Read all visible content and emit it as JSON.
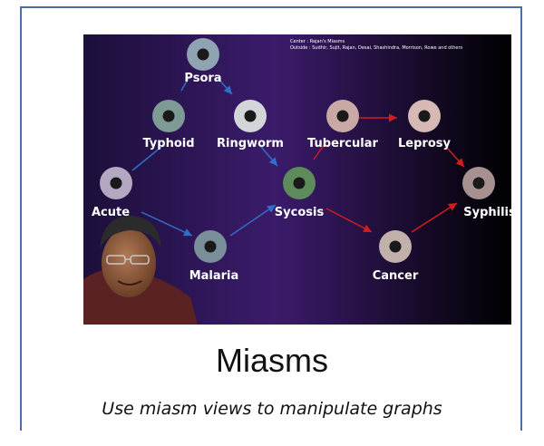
{
  "card": {
    "title": "Miasms",
    "subtitle": "Use miasm views to manipulate graphs"
  },
  "image": {
    "caption_line1": "Center : Rajan's Miasms",
    "caption_line2": "Outside : Sudhir, Sujit, Rajan, Desai, Shashindra, Morrison, Rowe and others",
    "nodes": [
      {
        "id": "psora",
        "label": "Psora",
        "ring": "#8fa3b3"
      },
      {
        "id": "typhoid",
        "label": "Typhoid",
        "ring": "#7e9a95"
      },
      {
        "id": "ringworm",
        "label": "Ringworm",
        "ring": "#d2d6d8"
      },
      {
        "id": "tubercular",
        "label": "Tubercular",
        "ring": "#c9a9a6"
      },
      {
        "id": "leprosy",
        "label": "Leprosy",
        "ring": "#d6b8b5"
      },
      {
        "id": "acute",
        "label": "Acute",
        "ring": "#b4a7c2"
      },
      {
        "id": "sycosis",
        "label": "Sycosis",
        "ring": "#5f8a5c"
      },
      {
        "id": "syphilis",
        "label": "Syphilis",
        "ring": "#a79090"
      },
      {
        "id": "malaria",
        "label": "Malaria",
        "ring": "#7a8f99"
      },
      {
        "id": "cancer",
        "label": "Cancer",
        "ring": "#c2b0ab"
      }
    ],
    "colors": {
      "blue_arrow": "#2f6fc7",
      "red_arrow": "#d11d1d",
      "bg_start": "#1c0f3a",
      "bg_mid": "#3b1b6b",
      "bg_end": "#000000"
    }
  }
}
